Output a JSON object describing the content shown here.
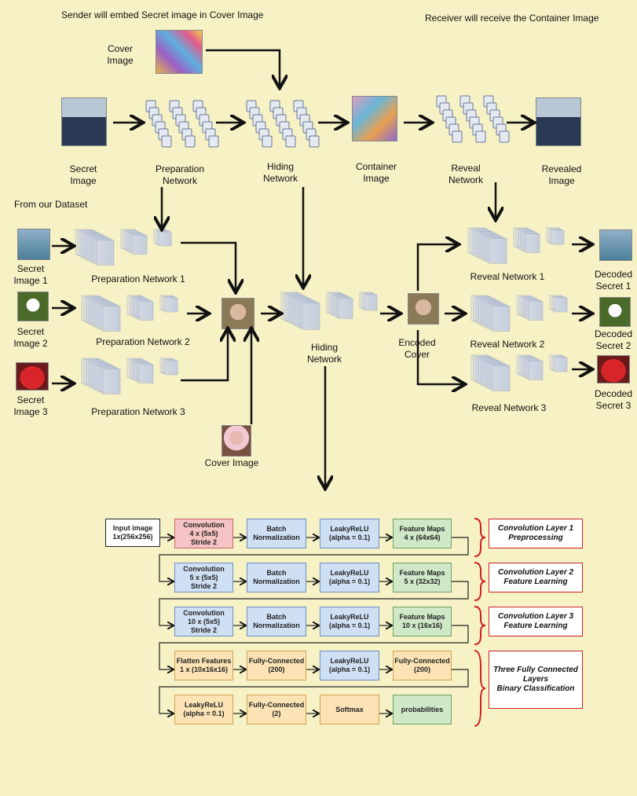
{
  "top": {
    "sender_note": "Sender will embed Secret image in  Cover Image",
    "receiver_note": "Receiver will receive the Container Image",
    "cover_label": "Cover\nImage",
    "secret_label": "Secret\nImage",
    "prep_label": "Preparation\nNetwork",
    "hiding_label": "Hiding\nNetwork",
    "container_label": "Container\nImage",
    "reveal_label": "Reveal\nNetwork",
    "revealed_label": "Revealed\nImage"
  },
  "middle": {
    "dataset_label": "From our Dataset",
    "secrets": [
      "Secret\nImage 1",
      "Secret\nImage 2",
      "Secret\nImage 3"
    ],
    "prep_networks": [
      "Preparation Network 1",
      "Preparation Network 2",
      "Preparation Network 3"
    ],
    "hiding_label": "Hiding\nNetwork",
    "encoded_label": "Encoded\nCover",
    "cover_label": "Cover Image",
    "reveal_networks": [
      "Reveal Network 1",
      "Reveal Network 2",
      "Reveal Network 3"
    ],
    "decoded": [
      "Decoded\nSecret 1",
      "Decoded\nSecret 2",
      "Decoded\nSecret 3"
    ]
  },
  "flow": {
    "row1": [
      "Input image\n1x(256x256)",
      "Convolution\n4 x (5x5)\nStride 2",
      "Batch\nNormalization",
      "LeakyReLU\n(alpha = 0.1)",
      "Feature Maps\n4 x (64x64)"
    ],
    "row2": [
      "Convolution\n5 x (5x5)\nStride 2",
      "Batch\nNormalization",
      "LeakyReLU\n(alpha = 0.1)",
      "Feature Maps\n5 x (32x32)"
    ],
    "row3": [
      "Convolution\n10 x (5x5)\nStride 2",
      "Batch\nNormalization",
      "LeakyReLU\n(alpha = 0.1)",
      "Feature Maps\n10 x (16x16)"
    ],
    "row4": [
      "Flatten Features\n1 x (10x16x16)",
      "Fully-Connected\n(200)",
      "LeakyReLU\n(alpha = 0.1)",
      "Fully-Connected\n(200)"
    ],
    "row5": [
      "LeakyReLU\n(alpha = 0.1)",
      "Fully-Connected\n(2)",
      "Softmax",
      "probabilities"
    ],
    "groups": [
      "Convolution Layer 1\nPreprocessing",
      "Convolution Layer 2\nFeature Learning",
      "Convolution Layer 3\nFeature Learning",
      "Three Fully Connected\nLayers\nBinary Classification"
    ]
  }
}
